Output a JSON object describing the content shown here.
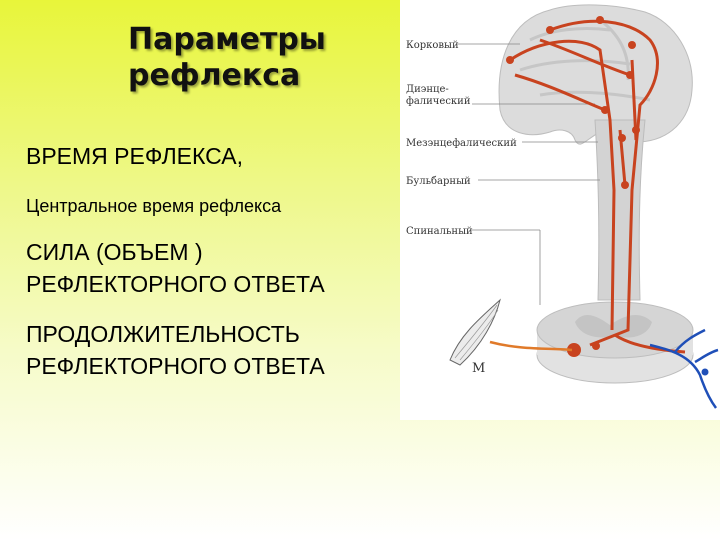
{
  "slide": {
    "title_line1": "Параметры",
    "title_line2": "рефлекса",
    "items": [
      {
        "line1": "ВРЕМЯ РЕФЛЕКСА,"
      },
      {
        "line1": "Центральное время рефлекса"
      },
      {
        "line1": "СИЛА (ОБЪЕМ )",
        "line2": "РЕФЛЕКТОРНОГО ОТВЕТА"
      },
      {
        "line1": "ПРОДОЛЖИТЕЛЬНОСТЬ",
        "line2": "РЕФЛЕКТОРНОГО ОТВЕТА"
      }
    ]
  },
  "figure": {
    "labels": {
      "cortical": "Корковый",
      "dien_1": "Диэнце-",
      "dien_2": "фалический",
      "mesen": "Мезэнцефалический",
      "bulbar": "Бульбарный",
      "spinal": "Спинальный",
      "muscle": "М"
    }
  },
  "colors": {
    "background_top": "#e8f53a",
    "background_bottom": "#ffffff",
    "pathway_red": "#c8431f",
    "afferent_blue": "#1f4fb8",
    "brain_gray": "#d7d7d7"
  }
}
